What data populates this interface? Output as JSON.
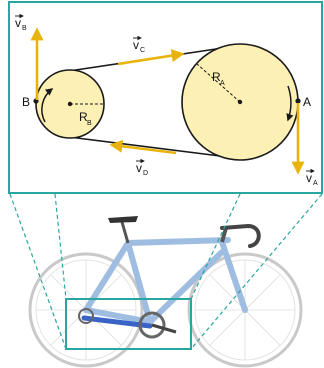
{
  "diagram": {
    "labels": {
      "point_b": "B",
      "point_a": "A",
      "radius_b_main": "R",
      "radius_b_sub": "B",
      "radius_a_main": "R",
      "radius_a_sub": "A",
      "v_b_main": "v",
      "v_b_sub": "B",
      "v_c_main": "v",
      "v_c_sub": "C",
      "v_d_main": "v",
      "v_d_sub": "D",
      "v_a_main": "v",
      "v_a_sub": "A"
    },
    "colors": {
      "frame": "#2aa6a0",
      "pulley_fill": "#fcf0b4",
      "arrow": "#e8b30a",
      "belt": "#1a1a1a",
      "bike_frame": "#9fbde0",
      "chain_highlight": "#3a63c8"
    }
  }
}
